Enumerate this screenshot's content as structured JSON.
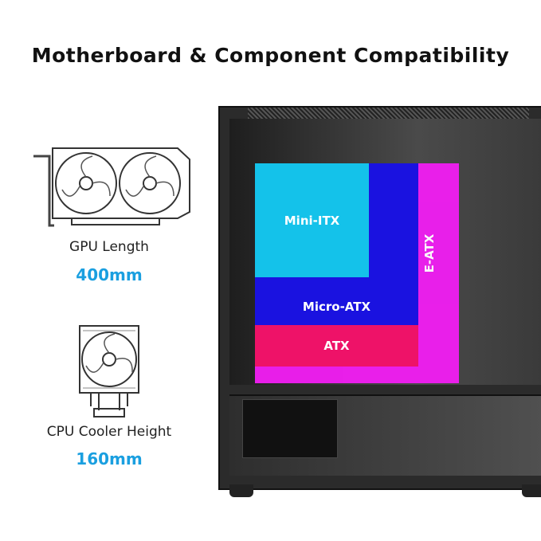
{
  "title": "Motherboard & Component Compatibility",
  "gpu": {
    "label": "GPU Length",
    "value": "400mm",
    "icon": "gpu-icon"
  },
  "cpu_cooler": {
    "label": "CPU Cooler Height",
    "value": "160mm",
    "icon": "cpu-cooler-icon"
  },
  "form_factors": [
    {
      "name": "E-ATX",
      "color": "#ee1ef0"
    },
    {
      "name": "ATX",
      "color": "#ee1268"
    },
    {
      "name": "Micro-ATX",
      "color": "#1a12e0"
    },
    {
      "name": "Mini-ITX",
      "color": "#14c2ea"
    }
  ],
  "accent_color": "#1a9fe0"
}
